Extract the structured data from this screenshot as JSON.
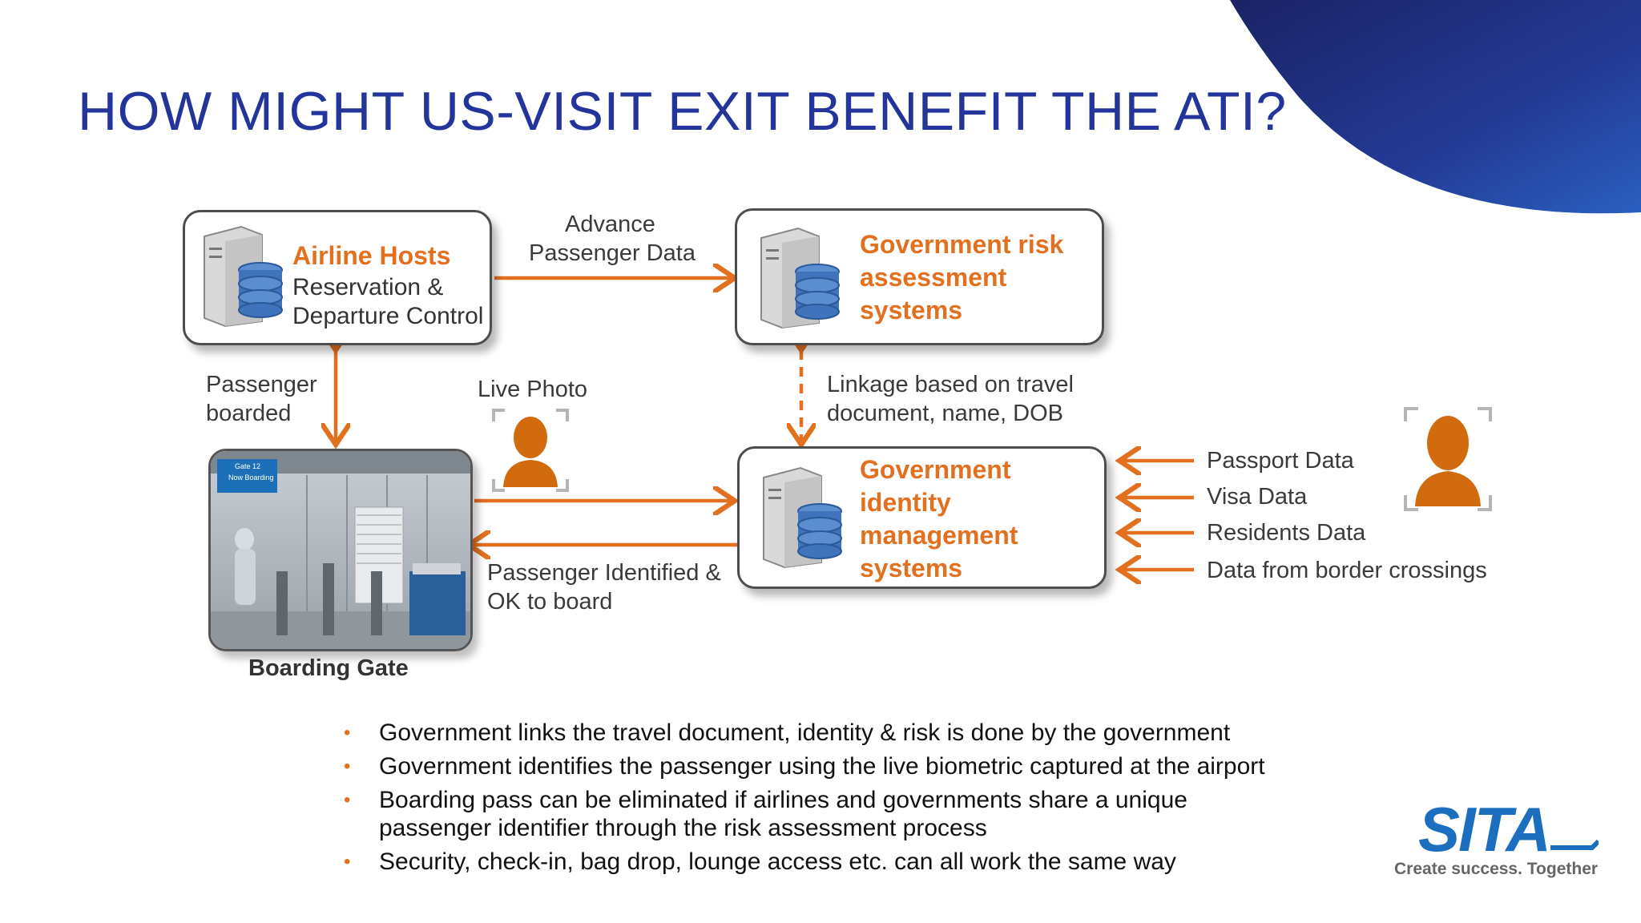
{
  "title": "HOW MIGHT US-VISIT EXIT BENEFIT THE ATI?",
  "colors": {
    "accent": "#e3701f",
    "title": "#23349a",
    "logo": "#1c6fbf"
  },
  "nodes": {
    "airline": {
      "title": "Airline Hosts",
      "sub1": "Reservation &",
      "sub2": "Departure Control"
    },
    "risk": {
      "line1": "Government risk",
      "line2": "assessment",
      "line3": "systems"
    },
    "identity": {
      "line1": "Government",
      "line2": "identity",
      "line3": "management",
      "line4": "systems"
    },
    "gate": {
      "label": "Boarding Gate",
      "sign1": "Gate 12",
      "sign2": "Now Boarding"
    }
  },
  "edges": {
    "apd1": "Advance",
    "apd2": "Passenger Data",
    "boarded1": "Passenger",
    "boarded2": "boarded",
    "live_photo": "Live Photo",
    "linkage1": "Linkage based on travel",
    "linkage2": "document, name, DOB",
    "identified1": "Passenger Identified &",
    "identified2": "OK to board"
  },
  "inputs": [
    "Passport Data",
    "Visa Data",
    "Residents Data",
    "Data from border crossings"
  ],
  "bullets": [
    "Government links the travel document, identity & risk is done by the government",
    "Government identifies the passenger using the live biometric captured at the airport",
    "Boarding pass can be eliminated if airlines and governments share a unique passenger identifier through the risk assessment process",
    "Security, check-in, bag drop, lounge access etc. can all work the same way"
  ],
  "bullet_mark": "•",
  "logo": {
    "name": "SITA",
    "tagline": "Create success. Together"
  },
  "icons": [
    "server-database-icon",
    "person-face-scan-icon"
  ]
}
